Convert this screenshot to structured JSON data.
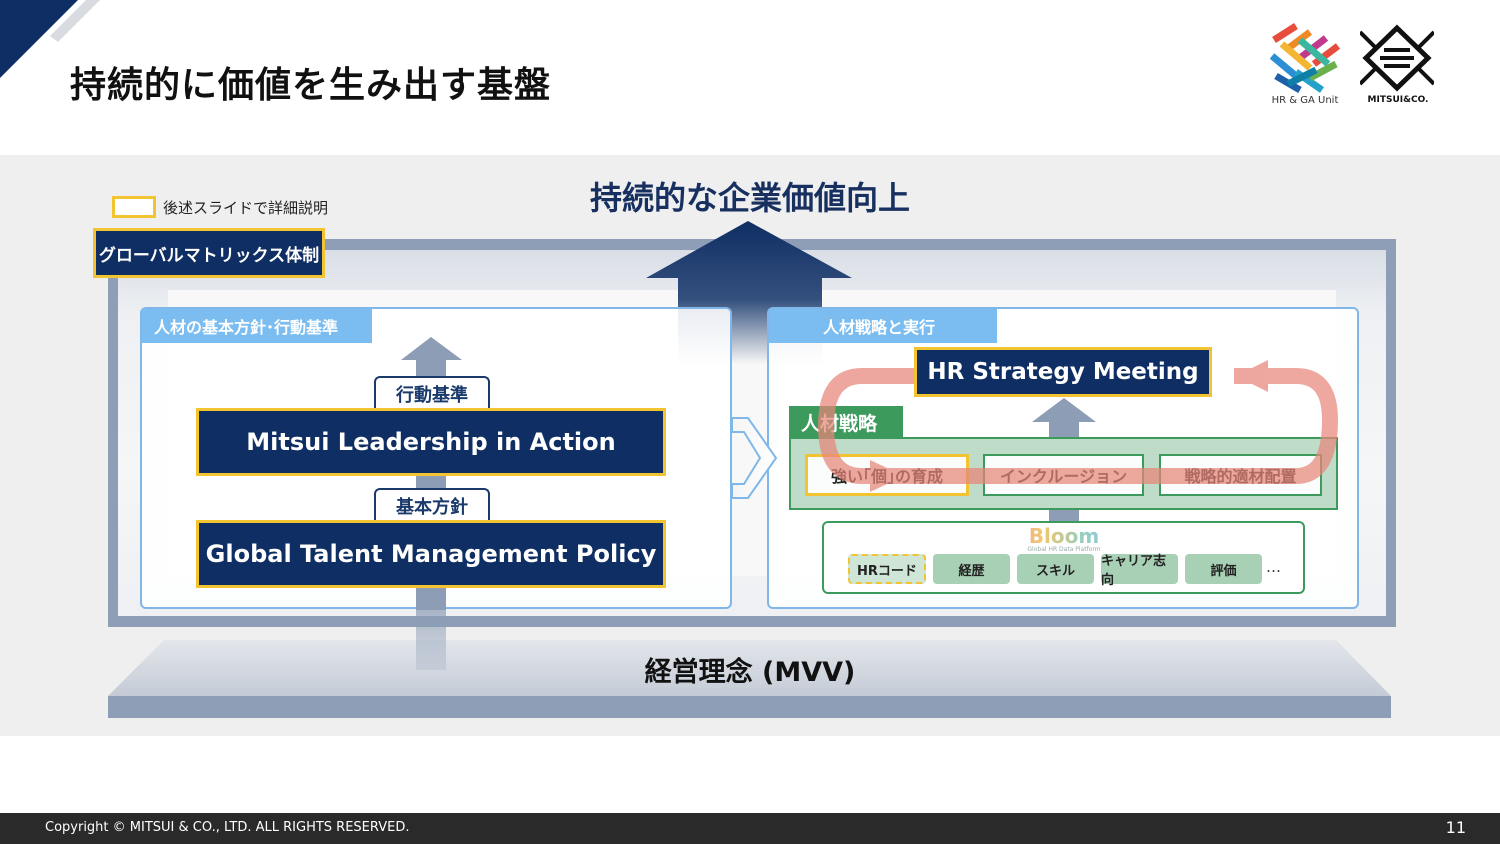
{
  "header": {
    "title": "持続的に価値を生み出す基盤",
    "logo_hr_caption": "HR & GA Unit",
    "logo_mitsui_caption": "MITSUI&CO."
  },
  "legend": {
    "text": "後述スライドで詳細説明"
  },
  "diagram": {
    "top_title": "持続的な企業価値向上",
    "framework_badge": "グローバルマトリックス体制",
    "left_panel": {
      "tab": "人材の基本方針･行動基準",
      "action_label": "行動基準",
      "action_box": "Mitsui Leadership in Action",
      "policy_label": "基本方針",
      "policy_box": "Global Talent Management Policy"
    },
    "right_panel": {
      "tab": "人材戦略と実行",
      "meeting_box": "HR Strategy Meeting",
      "strategy_tab": "人材戦略",
      "strategy_items": [
        "強い｢個｣の育成",
        "インクルージョン",
        "戦略的適材配置"
      ],
      "platform_name": "Bloom",
      "platform_subtitle": "Global HR Data Platform",
      "data_chips": [
        "HRコード",
        "経歴",
        "スキル",
        "キャリア志向",
        "評価"
      ],
      "more": "…"
    },
    "base_title": "経営理念 (MVV)"
  },
  "footer": {
    "copyright": "Copyright © MITSUI & CO., LTD. ALL RIGHTS RESERVED.",
    "page_number": "11"
  },
  "colors": {
    "navy": "#0f2e63",
    "gold_highlight": "#f3c431",
    "light_blue": "#7bbdf0",
    "green": "#3d9a5d",
    "cycle_red": "#e8867a"
  }
}
